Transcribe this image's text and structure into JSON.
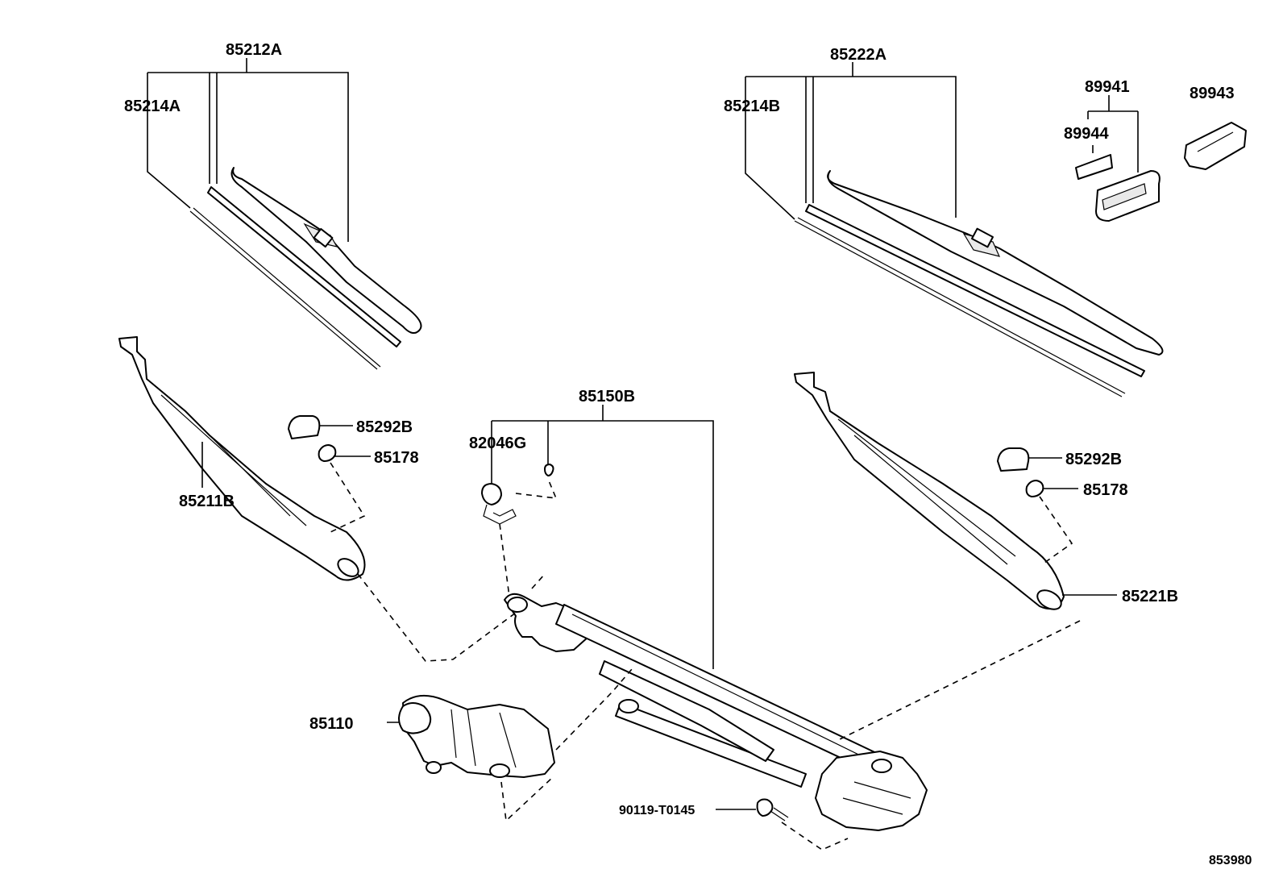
{
  "labels": {
    "p85212A": "85212A",
    "p85214A": "85214A",
    "p85222A": "85222A",
    "p85214B": "85214B",
    "p89941": "89941",
    "p89943": "89943",
    "p89944": "89944",
    "p85292B_left": "85292B",
    "p85178_left": "85178",
    "p85211B": "85211B",
    "p85150B": "85150B",
    "p82046G": "82046G",
    "p85292B_right": "85292B",
    "p85178_right": "85178",
    "p85221B": "85221B",
    "p85110": "85110",
    "p90119": "90119-T0145",
    "diagram_id": "853980"
  }
}
